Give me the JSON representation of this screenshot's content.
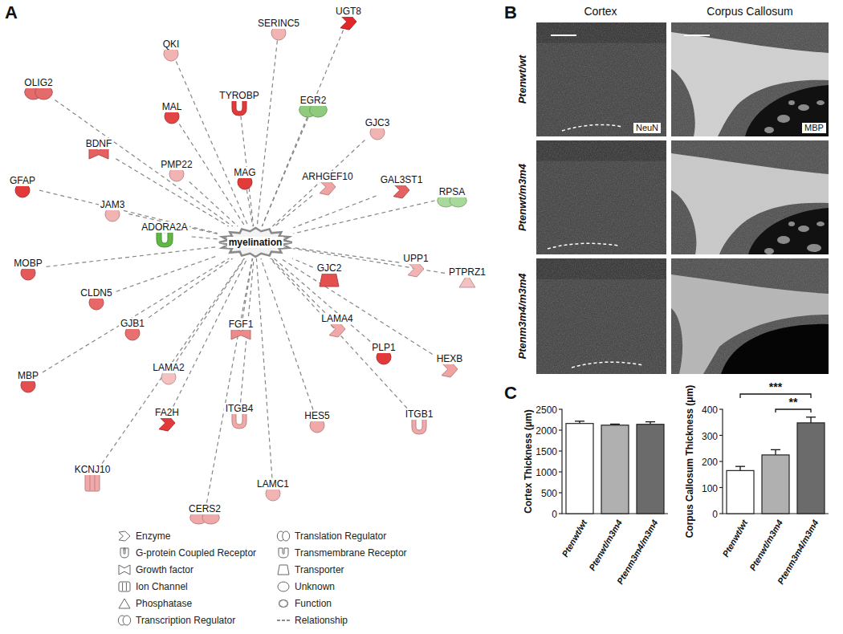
{
  "diagram": {
    "nodes": [
      {
        "text": [
          "SERINC5"
        ]
      },
      {
        "text": [
          "UGT8"
        ]
      },
      {
        "text": [
          "QKI"
        ]
      },
      {
        "text": [
          "OLIG2"
        ]
      },
      {
        "text": [
          "TYROBP"
        ]
      },
      {
        "text": [
          "EGR2"
        ]
      },
      {
        "text": [
          "MAL"
        ]
      },
      {
        "text": [
          "GJC3"
        ]
      },
      {
        "text": [
          "BDNF"
        ]
      },
      {
        "text": [
          "PMP22"
        ]
      },
      {
        "text": [
          "MAG"
        ]
      },
      {
        "text": [
          "ARHGEF10"
        ]
      },
      {
        "text": [
          "GAL3ST1"
        ]
      },
      {
        "text": [
          "GFAP"
        ]
      },
      {
        "text": [
          "RPSA"
        ]
      },
      {
        "text": [
          "JAM3"
        ]
      },
      {
        "text": [
          "ADORA2A"
        ]
      },
      {
        "text": [
          "myelination"
        ]
      },
      {
        "text": [
          "UPP1"
        ]
      },
      {
        "text": [
          "MOBP"
        ]
      },
      {
        "text": [
          "GJC2"
        ]
      },
      {
        "text": [
          "PTPRZ1"
        ]
      },
      {
        "text": [
          "CLDN5"
        ]
      },
      {
        "text": [
          "LAMA4"
        ]
      },
      {
        "text": [
          "FGF1"
        ]
      },
      {
        "text": [
          "GJB1"
        ]
      },
      {
        "text": [
          "PLP1"
        ]
      },
      {
        "text": [
          "HEXB"
        ]
      },
      {
        "text": [
          "LAMA2"
        ]
      },
      {
        "text": [
          "MBP"
        ]
      },
      {
        "text": [
          "ITGB4"
        ]
      },
      {
        "text": [
          "FA2H"
        ]
      },
      {
        "text": [
          "HES5"
        ]
      },
      {
        "text": [
          "ITGB1"
        ]
      },
      {
        "text": [
          "KCNJ10"
        ]
      },
      {
        "text": [
          "LAMC1"
        ]
      },
      {
        "text": [
          "CERS2"
        ]
      }
    ],
    "edges": [
      {
        "from": 0,
        "to": 17,
        "arrow": "none"
      },
      {
        "from": 1,
        "to": 17,
        "arrow": "none"
      },
      {
        "from": 2,
        "to": 17,
        "arrow": "none"
      },
      {
        "from": 3,
        "to": 17,
        "arrow": "none"
      },
      {
        "from": 4,
        "to": 17,
        "arrow": "none"
      },
      {
        "from": 5,
        "to": 17,
        "arrow": "none"
      },
      {
        "from": 6,
        "to": 17,
        "arrow": "none"
      },
      {
        "from": 7,
        "to": 17,
        "arrow": "none"
      },
      {
        "from": 8,
        "to": 17,
        "arrow": "none"
      },
      {
        "from": 9,
        "to": 17,
        "arrow": "none"
      },
      {
        "from": 10,
        "to": 17,
        "arrow": "none"
      },
      {
        "from": 11,
        "to": 17,
        "arrow": "none"
      },
      {
        "from": 12,
        "to": 17,
        "arrow": "none"
      },
      {
        "from": 13,
        "to": 17,
        "arrow": "none"
      },
      {
        "from": 14,
        "to": 17,
        "arrow": "none"
      },
      {
        "from": 15,
        "to": 17,
        "arrow": "none"
      },
      {
        "from": 16,
        "to": 17,
        "arrow": "none"
      },
      {
        "from": 18,
        "to": 17,
        "arrow": "none"
      },
      {
        "from": 19,
        "to": 17,
        "arrow": "none"
      },
      {
        "from": 20,
        "to": 17,
        "arrow": "none"
      },
      {
        "from": 21,
        "to": 17,
        "arrow": "none"
      },
      {
        "from": 22,
        "to": 17,
        "arrow": "none"
      },
      {
        "from": 23,
        "to": 17,
        "arrow": "none"
      },
      {
        "from": 24,
        "to": 17,
        "arrow": "none"
      },
      {
        "from": 25,
        "to": 17,
        "arrow": "none"
      },
      {
        "from": 26,
        "to": 17,
        "arrow": "none"
      },
      {
        "from": 27,
        "to": 17,
        "arrow": "none"
      },
      {
        "from": 28,
        "to": 17,
        "arrow": "none"
      },
      {
        "from": 29,
        "to": 17,
        "arrow": "none"
      },
      {
        "from": 30,
        "to": 17,
        "arrow": "none"
      },
      {
        "from": 31,
        "to": 17,
        "arrow": "none"
      },
      {
        "from": 32,
        "to": 17,
        "arrow": "none"
      },
      {
        "from": 33,
        "to": 17,
        "arrow": "none"
      },
      {
        "from": 34,
        "to": 17,
        "arrow": "none"
      },
      {
        "from": 35,
        "to": 17,
        "arrow": "none"
      },
      {
        "from": 36,
        "to": 17,
        "arrow": "none"
      }
    ],
    "labels": [
      "A",
      "B",
      "Cortex",
      "Corpus Callosum",
      "Ptenwt/wt",
      "NeuN",
      "MBP",
      "Ptenwt/m3m4",
      "Ptenm3m4/m3m4",
      "C",
      "Cortex Thickness (μm)",
      "2500",
      "2000",
      "1500",
      "1000",
      "500",
      "0",
      "Ptenwt/wt",
      "Ptenwt/m3m4",
      "Ptenm3m4/m3m4",
      "Corpus Callosum Thickness (μm)",
      "400",
      "300",
      "200",
      "100",
      "0",
      "Ptenwt/wt",
      "Ptenwt/m3m4",
      "Ptenm3m4/m3m4",
      "***",
      "**"
    ],
    "legend": [
      {
        "text": "Enzyme"
      },
      {
        "text": "Translation Regulator"
      },
      {
        "text": "G-protein Coupled Receptor"
      },
      {
        "text": "Transmembrane Receptor"
      },
      {
        "text": "Growth factor"
      },
      {
        "text": "Transporter"
      },
      {
        "text": "Ion Channel"
      },
      {
        "text": "Unknown"
      },
      {
        "text": "Phosphatase"
      },
      {
        "text": "Function"
      },
      {
        "text": "Transcription Regulator"
      },
      {
        "text": "Relationship"
      }
    ]
  }
}
